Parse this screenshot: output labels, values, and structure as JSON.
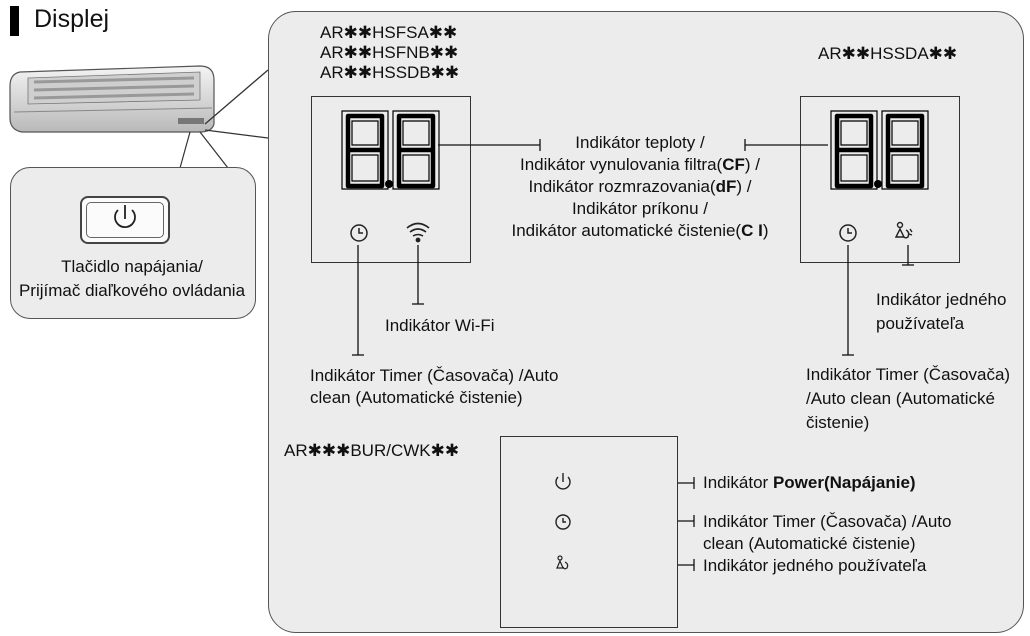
{
  "title": "Displej",
  "callout": {
    "label_line1": "Tlačidlo napájania/",
    "label_line2": "Prijímač diaľkového ovládania"
  },
  "models_left": [
    "AR✱✱HSFSA✱✱",
    "AR✱✱HSFNB✱✱",
    "AR✱✱HSSDB✱✱"
  ],
  "model_right": "AR✱✱HSSDA✱✱",
  "model_bottom": "AR✱✱✱BUR/CWK✱✱",
  "center_labels": [
    "Indikátor teploty /",
    "Indikátor vynulovania filtra(",
    "CF",
    ") /",
    "Indikátor rozmrazovania(",
    "dF",
    ") /",
    "Indikátor príkonu /",
    "Indikátor automatické čistenie(",
    "C I",
    ")"
  ],
  "wifi_label": "Indikátor Wi-Fi",
  "timer_left": [
    "Indikátor Timer (Časovača) /Auto",
    "clean (Automatické čistenie)"
  ],
  "single_user": [
    "Indikátor jedného",
    "používateľa"
  ],
  "timer_right": [
    "Indikátor Timer (Časovača)",
    "/Auto clean (Automatické",
    "čistenie)"
  ],
  "bottom_indicators": {
    "power_prefix": "Indikátor ",
    "power_bold": "Power(Napájanie)",
    "timer": [
      "Indikátor Timer (Časovača) /Auto",
      "clean (Automatické čistenie)"
    ],
    "single_user": "Indikátor jedného používateľa"
  },
  "display_digits": "88"
}
